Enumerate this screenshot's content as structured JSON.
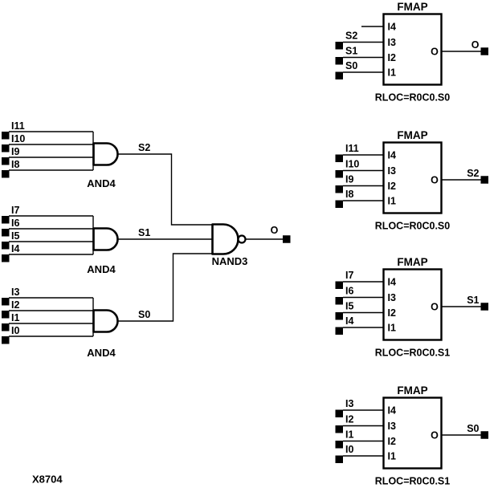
{
  "figure": {
    "id": "X8704"
  },
  "colors": {
    "ink": "#000000",
    "background": "#ffffff"
  },
  "left_circuit": {
    "and_gates": [
      {
        "label": "AND4",
        "output_net": "S2",
        "inputs": [
          "I11",
          "I10",
          "I9",
          "I8"
        ]
      },
      {
        "label": "AND4",
        "output_net": "S1",
        "inputs": [
          "I7",
          "I6",
          "I5",
          "I4"
        ]
      },
      {
        "label": "AND4",
        "output_net": "S0",
        "inputs": [
          "I3",
          "I2",
          "I1",
          "I0"
        ]
      }
    ],
    "nand_gate": {
      "label": "NAND3",
      "output_net": "O"
    }
  },
  "fmap_blocks": [
    {
      "title": "FMAP",
      "pin_labels": [
        "I4",
        "I3",
        "I2",
        "I1"
      ],
      "input_nets": [
        "S2",
        "S1",
        "S0"
      ],
      "output_pin": "O",
      "output_net": "O",
      "rloc": "RLOC=R0C0.S0"
    },
    {
      "title": "FMAP",
      "pin_labels": [
        "I4",
        "I3",
        "I2",
        "I1"
      ],
      "input_nets": [
        "I11",
        "I10",
        "I9",
        "I8"
      ],
      "output_pin": "O",
      "output_net": "S2",
      "rloc": "RLOC=R0C0.S0"
    },
    {
      "title": "FMAP",
      "pin_labels": [
        "I4",
        "I3",
        "I2",
        "I1"
      ],
      "input_nets": [
        "I7",
        "I6",
        "I5",
        "I4"
      ],
      "output_pin": "O",
      "output_net": "S1",
      "rloc": "RLOC=R0C0.S1"
    },
    {
      "title": "FMAP",
      "pin_labels": [
        "I4",
        "I3",
        "I2",
        "I1"
      ],
      "input_nets": [
        "I3",
        "I2",
        "I1",
        "I0"
      ],
      "output_pin": "O",
      "output_net": "S0",
      "rloc": "RLOC=R0C0.S1"
    }
  ]
}
